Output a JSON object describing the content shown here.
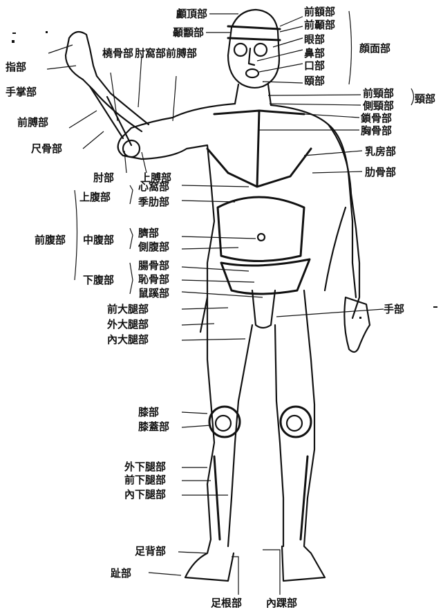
{
  "labels": {
    "head_crown": "顱頂部",
    "temporal": "顳顬部",
    "forehead": "前額部",
    "temple_front": "前顳部",
    "eye": "眼部",
    "nose": "鼻部",
    "mouth": "口部",
    "chin": "頤部",
    "face": "顔面部",
    "neck_front": "前頸部",
    "neck_side": "側頸部",
    "neck": "頸部",
    "clavicle": "鎖骨部",
    "sternum": "胸骨部",
    "breast": "乳房部",
    "rib": "肋骨部",
    "finger": "指部",
    "palm": "手掌部",
    "forearm_front": "前膊部",
    "ulna": "尺骨部",
    "radius": "橈骨部",
    "cubital_fossa": "肘窩部",
    "upper_arm_front": "前膊部",
    "elbow": "肘部",
    "upper_arm": "上膊部",
    "upper_abdomen": "上腹部",
    "epigastric": "心窩部",
    "hypochondrium": "季肋部",
    "mid_abdomen": "中腹部",
    "umbilical": "臍部",
    "lateral_abdomen": "側腹部",
    "lower_abdomen": "下腹部",
    "iliac": "腸骨部",
    "pubic": "恥骨部",
    "inguinal": "鼠蹊部",
    "anterior_abdomen": "前腹部",
    "front_thigh": "前大腿部",
    "outer_thigh": "外大腿部",
    "inner_thigh": "內大腿部",
    "knee": "膝部",
    "patella": "膝蓋部",
    "outer_leg": "外下腿部",
    "front_leg": "前下腿部",
    "inner_leg": "內下腿部",
    "foot_dorsum": "足背部",
    "toe": "趾部",
    "ankle_root": "足根部",
    "inner_ankle": "內踝部",
    "hand": "手部"
  }
}
